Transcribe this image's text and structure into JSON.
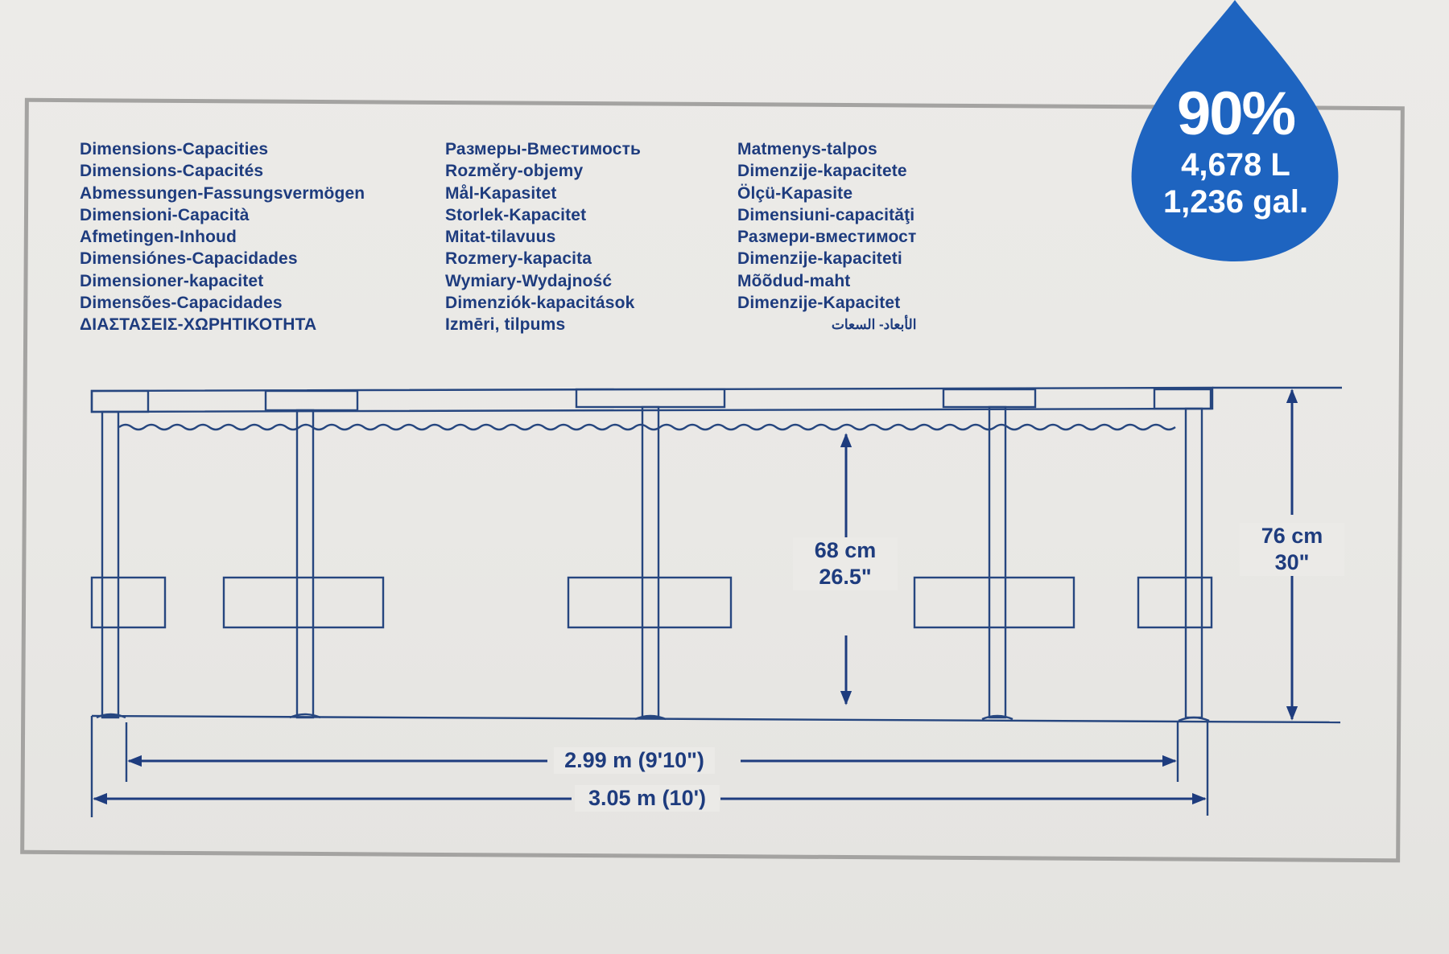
{
  "headings": {
    "column_1": [
      "Dimensions-Capacities",
      "Dimensions-Capacités",
      "Abmessungen-Fassungsvermögen",
      "Dimensioni-Capacità",
      "Afmetingen-Inhoud",
      "Dimensiónes-Capacidades",
      "Dimensioner-kapacitet",
      "Dimensões-Capacidades",
      "ΔΙΑΣΤΑΣΕΙΣ-ΧΩΡΗΤΙΚΟΤΗΤΑ"
    ],
    "column_2": [
      "Размеры-Вместимость",
      "Rozměry-objemy",
      "Mål-Kapasitet",
      "Storlek-Kapacitet",
      "Mitat-tilavuus",
      "Rozmery-kapacita",
      "Wymiary-Wydajność",
      "Dimenziók-kapacitások",
      "Izmēri, tilpums"
    ],
    "column_3": [
      "Matmenys-talpos",
      "Dimenzije-kapacitete",
      "Ölçü-Kapasite",
      "Dimensiuni-capacităţi",
      "Размери-вместимост",
      "Dimenzije-kapaciteti",
      "Mõõdud-maht",
      "Dimenzije-Kapacitet",
      "الأبعاد- السعات"
    ]
  },
  "capacity_badge": {
    "percent": "90%",
    "liters": "4,678 L",
    "gallons": "1,236 gal."
  },
  "dimensions": {
    "water_depth": [
      "68 cm",
      "26.5\""
    ],
    "wall_height": [
      "76 cm",
      "30\""
    ],
    "inner_length": "2.99 m (9'10\")",
    "outer_length": "3.05 m (10')"
  },
  "colors": {
    "ink_blue": "#1e3c7e",
    "drop_blue": "#1e64c0",
    "frame_gray": "#a4a3a1",
    "paper": "#eae9e6"
  }
}
